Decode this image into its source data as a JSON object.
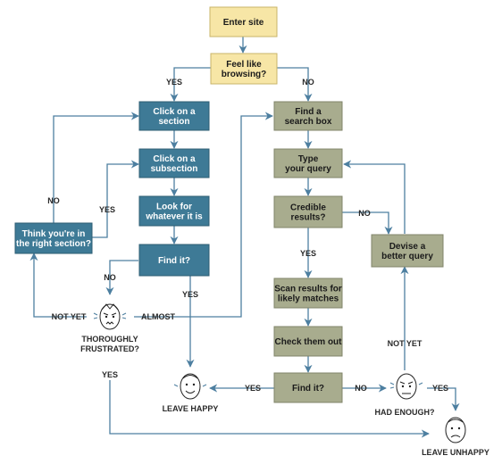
{
  "nodes": {
    "enter_site": [
      "Enter site"
    ],
    "feel_like_browsing": [
      "Feel like",
      "browsing?"
    ],
    "click_section": [
      "Click on a",
      "section"
    ],
    "click_subsection": [
      "Click on a",
      "subsection"
    ],
    "look_for": [
      "Look for",
      "whatever it is"
    ],
    "find_it_left": [
      "Find it?"
    ],
    "think_right_section": [
      "Think you're in",
      "the right section?"
    ],
    "find_search_box": [
      "Find a",
      "search box"
    ],
    "type_query": [
      "Type",
      "your query"
    ],
    "credible_results": [
      "Credible",
      "results?"
    ],
    "devise_query": [
      "Devise a",
      "better query"
    ],
    "scan_results": [
      "Scan results for",
      "likely matches"
    ],
    "check_them_out": [
      "Check them out"
    ],
    "find_it_right": [
      "Find it?"
    ]
  },
  "edge_labels": {
    "yes_browse": "YES",
    "no_browse": "NO",
    "no_think": "NO",
    "yes_think": "YES",
    "no_find_left": "NO",
    "yes_find_left": "YES",
    "not_yet_left": "NOT YET",
    "almost": "ALMOST",
    "yes_frustrated": "YES",
    "no_credible": "NO",
    "yes_credible": "YES",
    "yes_find_right": "YES",
    "no_find_right": "NO",
    "yes_enough": "YES",
    "not_yet_right": "NOT YET"
  },
  "states": {
    "frustrated": [
      "THOROUGHLY",
      "FRUSTRATED?"
    ],
    "leave_happy": "LEAVE HAPPY",
    "had_enough": "HAD ENOUGH?",
    "leave_unhappy": "LEAVE UNHAPPY"
  },
  "colors": {
    "start_box": "#f7e6a6",
    "browse_box": "#3e7a96",
    "search_box": "#a8ac8e",
    "connector": "#4d7fa0"
  }
}
